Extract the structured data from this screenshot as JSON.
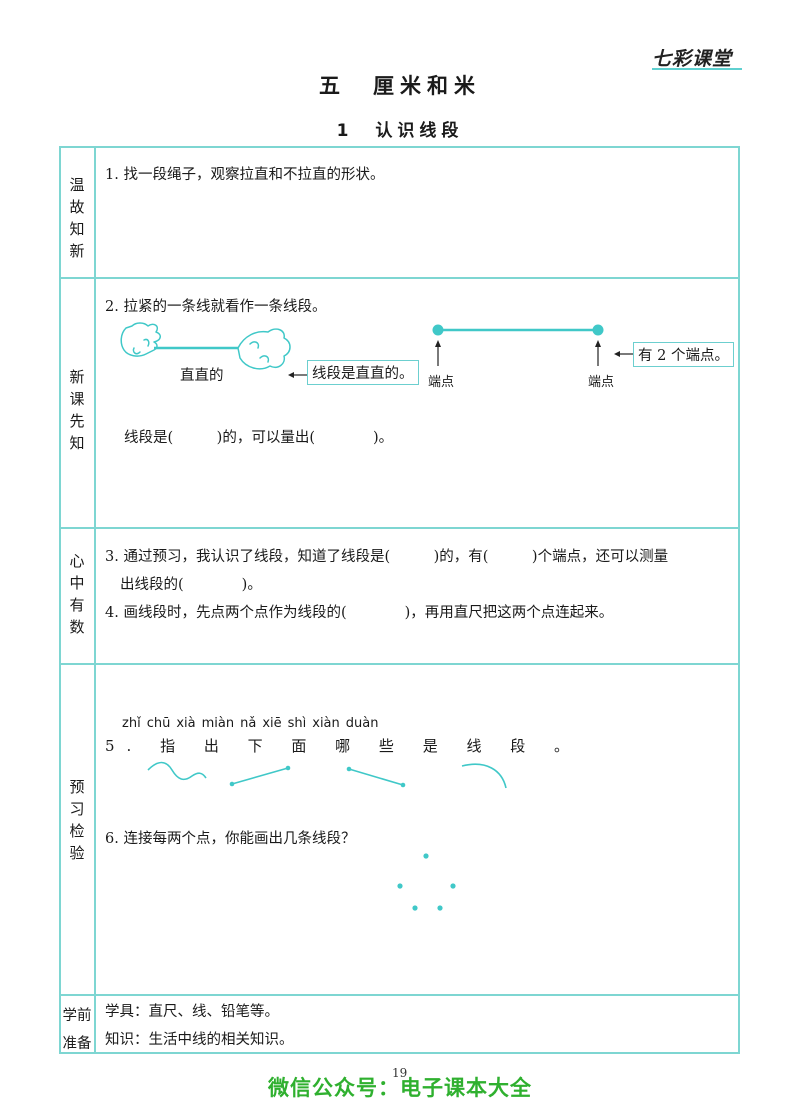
{
  "brand": {
    "text": "七彩课堂"
  },
  "header": {
    "unit_title": "五　厘米和米",
    "lesson_title": "1　认识线段"
  },
  "sections": {
    "review": {
      "label": "温故知新",
      "item1": "1. 找一段绳子，观察拉直和不拉直的形状。"
    },
    "preview": {
      "label": "新课先知",
      "item2": "2. 拉紧的一条线就看作一条线段。",
      "straight_caption": "直直的",
      "callout_straight": "线段是直直的。",
      "endpoint_left": "端点",
      "endpoint_right": "端点",
      "callout_endpoints": "有 2 个端点。",
      "fill_blank": "线段是(　　　)的，可以量出(　　　　)。"
    },
    "reflect": {
      "label": "心中有数",
      "item3_line1": "3. 通过预习，我认识了线段，知道了线段是(　　　)的，有(　　　)个端点，还可以测量",
      "item3_line2": "出线段的(　　　　)。",
      "item4": "4. 画线段时，先点两个点作为线段的(　　　　)，再用直尺把这两个点连起来。"
    },
    "check": {
      "label": "预习检验",
      "pinyin": [
        "zhǐ",
        "chū",
        "xià",
        "miàn",
        "nǎ",
        "xiē",
        "shì",
        "xiàn",
        "duàn"
      ],
      "item5": "5. 指 出 下 面 哪 些 是 线 段 。",
      "item6": "6. 连接每两个点，你能画出几条线段？"
    },
    "prep": {
      "label_line1": "学前",
      "label_line2": "准备",
      "tools": "学具：直尺、线、铅笔等。",
      "knowledge": "知识：生活中线的相关知识。"
    }
  },
  "footer": {
    "page_number": "19",
    "watermark": "微信公众号：电子课本大全"
  },
  "colors": {
    "accent": "#7ed6d2",
    "figure": "#40c8c8",
    "watermark": "#2fb02f"
  }
}
